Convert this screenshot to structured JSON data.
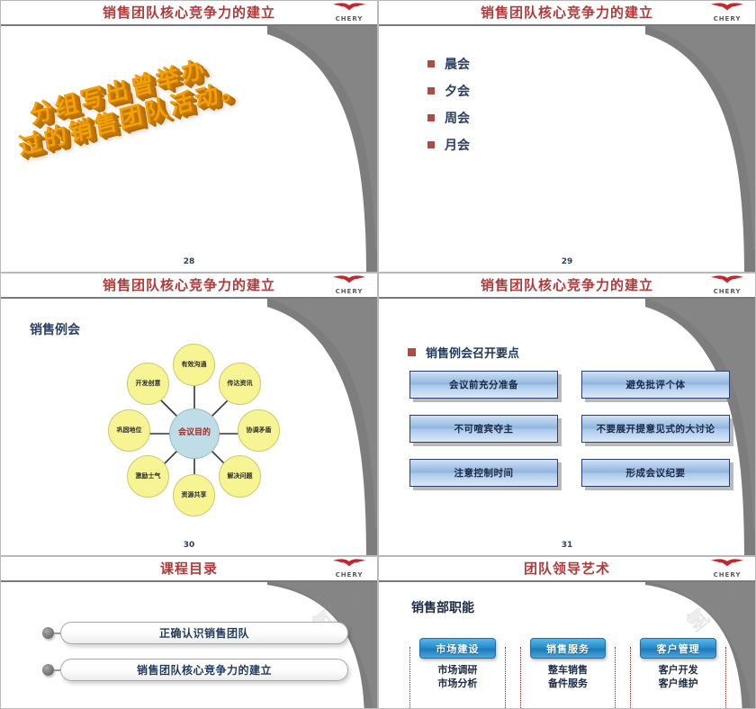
{
  "brand": {
    "logo_text": "CHERY",
    "logo_color": "#c0282d",
    "title_color": "#b03a3a",
    "accent_blue": "#2c4066",
    "bullet_red": "#b04a43"
  },
  "slides": [
    {
      "id": "slide-28",
      "title": "销售团队核心竞争力的建立",
      "page_number": "28",
      "wordart": {
        "line1": "分组写出曾举办",
        "line2": "过的销售团队活动。"
      }
    },
    {
      "id": "slide-29",
      "title": "销售团队核心竞争力的建立",
      "page_number": "29",
      "bullets": [
        "晨会",
        "夕会",
        "周会",
        "月会"
      ]
    },
    {
      "id": "slide-30",
      "title": "销售团队核心竞争力的建立",
      "page_number": "30",
      "subtitle": "销售例会",
      "diagram": {
        "center": "会议目的",
        "spokes": [
          "有效沟通",
          "传达资讯",
          "协调矛盾",
          "解决问题",
          "资源共享",
          "激励士气",
          "巩固地位",
          "开发创意"
        ]
      }
    },
    {
      "id": "slide-31",
      "title": "销售团队核心竞争力的建立",
      "page_number": "31",
      "section_heading": "销售例会召开要点",
      "boxes": [
        "会议前充分准备",
        "避免批评个体",
        "不可喧宾夺主",
        "不要展开提意见式的大讨论",
        "注意控制时间",
        "形成会议纪要"
      ]
    },
    {
      "id": "slide-32",
      "title": "课程目录",
      "page_number": "",
      "items": [
        "正确认识销售团队",
        "销售团队核心竞争力的建立"
      ]
    },
    {
      "id": "slide-33",
      "title": "团队领导艺术",
      "page_number": "",
      "subtitle": "销售部职能",
      "columns": [
        {
          "caption": "市场建设",
          "items": [
            "市场调研",
            "市场分析"
          ]
        },
        {
          "caption": "销售服务",
          "items": [
            "整车销售",
            "备件服务"
          ]
        },
        {
          "caption": "客户管理",
          "items": [
            "客户开发",
            "客户维护"
          ]
        }
      ]
    }
  ],
  "watermark": "氢元素"
}
